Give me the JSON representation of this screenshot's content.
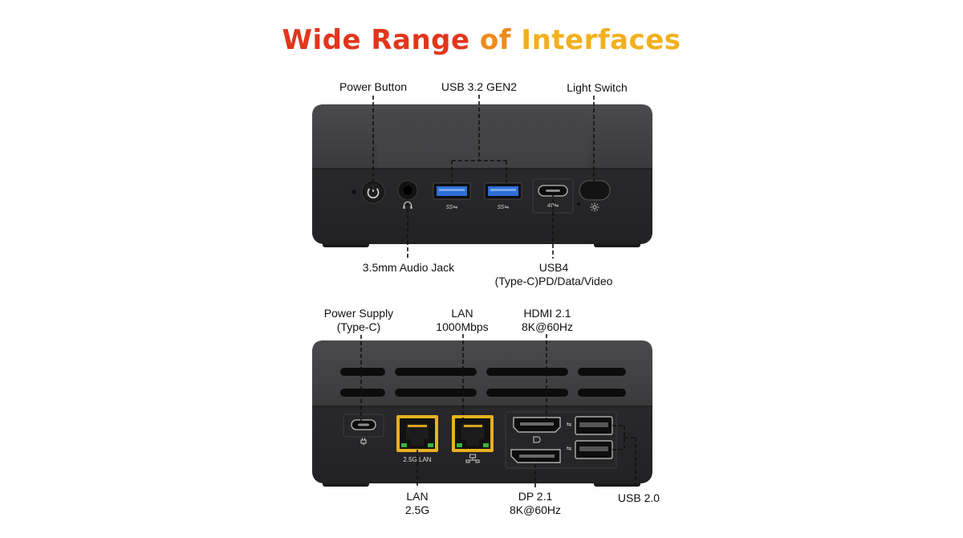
{
  "title": {
    "part1": "Wide Range ",
    "part2": "of ",
    "part3": "Interfaces",
    "colors": [
      "#e2361c",
      "#f08a1a",
      "#f2b01e"
    ]
  },
  "front": {
    "labels": {
      "power_button": "Power Button",
      "usb32": "USB 3.2 GEN2",
      "light_switch": "Light Switch",
      "audio_jack": "3.5mm Audio Jack",
      "usb4_line1": "USB4",
      "usb4_line2": "(Type-C)PD/Data/Video"
    }
  },
  "rear": {
    "labels": {
      "power_supply_line1": "Power Supply",
      "power_supply_line2": "(Type-C)",
      "lan1_line1": "LAN",
      "lan1_line2": "1000Mbps",
      "hdmi_line1": "HDMI 2.1",
      "hdmi_line2": "8K@60Hz",
      "lan25_line1": "LAN",
      "lan25_line2": "2.5G",
      "dp_line1": "DP 2.1",
      "dp_line2": "8K@60Hz",
      "usb20": "USB 2.0"
    },
    "port_text": {
      "lan25_tag": "2.5G LAN"
    }
  },
  "colors": {
    "chassis": "#2c2c2e",
    "usb3_blue": "#2f6fd8",
    "lan_yellow": "#e8b020",
    "led_green": "#3cb23c"
  },
  "icons": [
    "power-icon",
    "headphone-icon",
    "superspeed-usb-icon",
    "thunderbolt-40-icon",
    "light-icon",
    "plug-icon",
    "network-icon",
    "displayport-icon",
    "usb-icon"
  ]
}
